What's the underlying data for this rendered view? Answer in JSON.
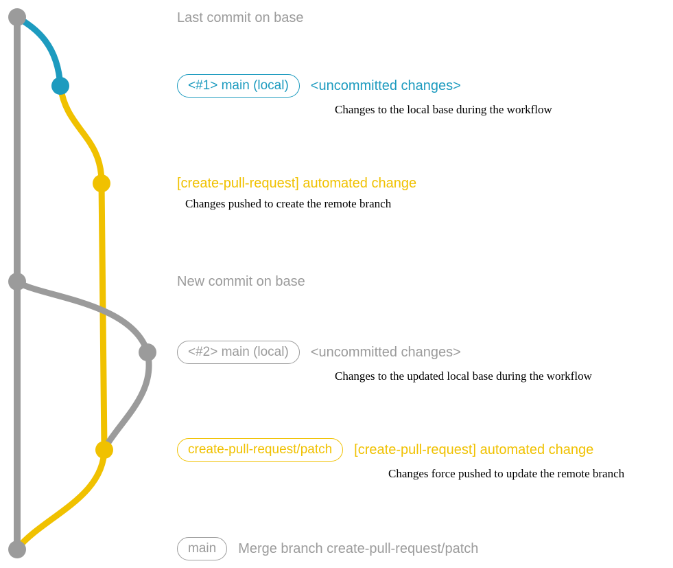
{
  "colors": {
    "teal": "#1d9bbf",
    "yellow": "#f0c100",
    "gray": "#9b9b9b",
    "caption": "#000000"
  },
  "annotations": {
    "last_commit": "Last commit on base",
    "new_commit": "New commit on base",
    "row1": {
      "badge": "<#1> main (local)",
      "title": "<uncommitted changes>",
      "caption": "Changes to the local base during the workflow"
    },
    "row2": {
      "title": "[create-pull-request] automated change",
      "caption": "Changes pushed to create the remote branch"
    },
    "row3": {
      "badge": "<#2> main (local)",
      "title": "<uncommitted changes>",
      "caption": "Changes to the updated local base during the workflow"
    },
    "row4": {
      "badge": "create-pull-request/patch",
      "title": "[create-pull-request] automated change",
      "caption": "Changes force pushed to update the remote branch"
    },
    "row5": {
      "badge": "main",
      "title": "Merge branch create-pull-request/patch"
    }
  }
}
